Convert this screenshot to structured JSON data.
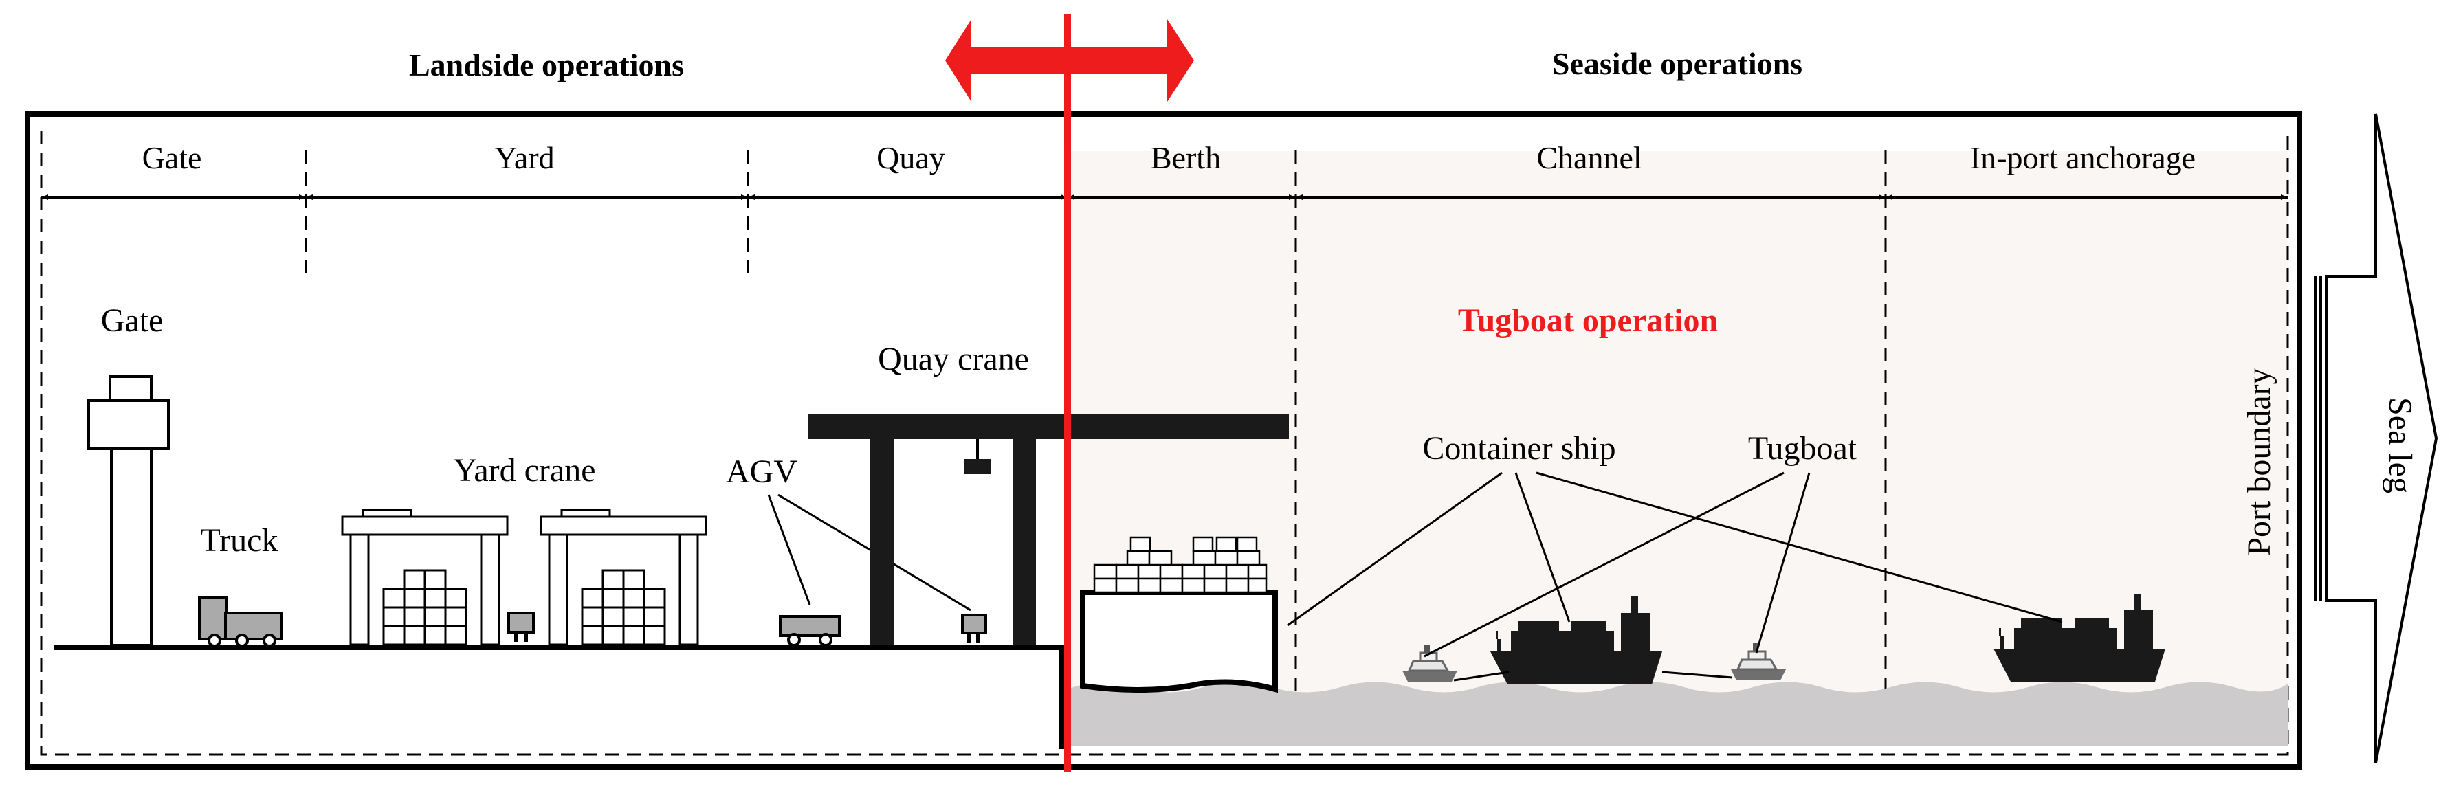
{
  "headers": {
    "landside": "Landside operations",
    "seaside": "Seaside operations"
  },
  "segments": {
    "gate": "Gate",
    "yard": "Yard",
    "quay": "Quay",
    "berth": "Berth",
    "channel": "Channel",
    "anchorage": "In-port anchorage"
  },
  "labels": {
    "gate": "Gate",
    "truck": "Truck",
    "yard_crane": "Yard crane",
    "agv": "AGV",
    "quay_crane": "Quay crane",
    "container_ship": "Container ship",
    "tugboat": "Tugboat",
    "tugboat_operation": "Tugboat operation",
    "port_boundary": "Port boundary",
    "sea_leg": "Sea leg"
  },
  "colors": {
    "divider": "#ee1c1c",
    "seaside_shade": "#faf6f3",
    "water": "#cdcbcb",
    "ink": "#000000",
    "tugboat_operation": "#ee1c1c"
  },
  "icons": [
    "double-arrow-icon",
    "gate-tower-icon",
    "truck-icon",
    "yard-crane-icon",
    "agv-icon",
    "quay-crane-icon",
    "container-ship-icon",
    "tugboat-icon",
    "sea-leg-arrow-icon"
  ]
}
